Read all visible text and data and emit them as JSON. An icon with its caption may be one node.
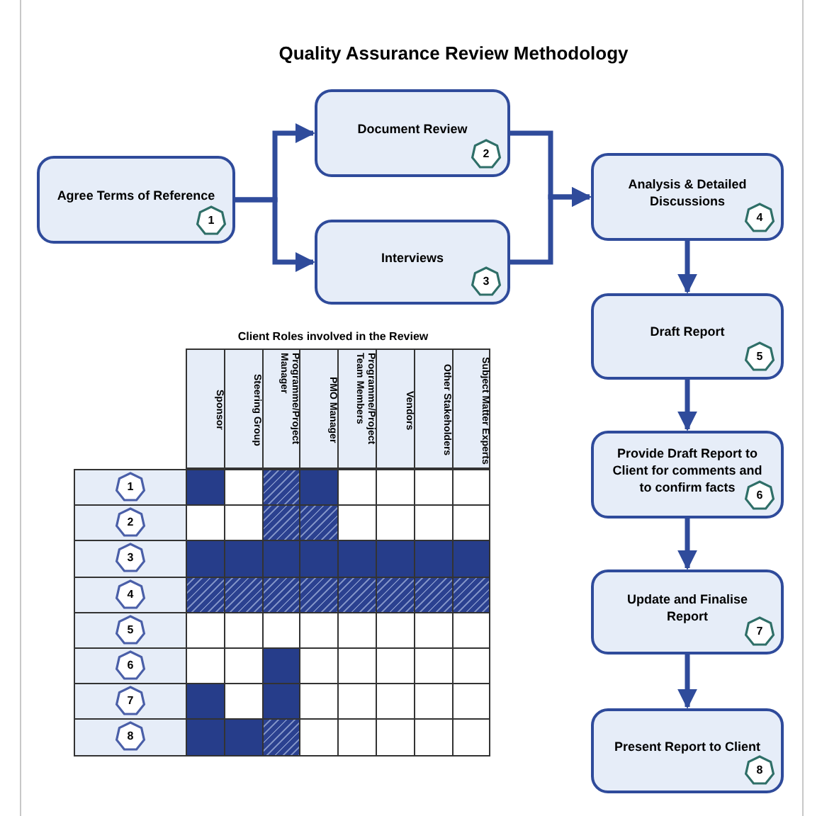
{
  "diagram": {
    "title": "Quality Assurance Review Methodology",
    "nodes": [
      {
        "text": [
          "Agree Terms of Reference",
          "1"
        ]
      },
      {
        "text": [
          "Document Review",
          "2"
        ]
      },
      {
        "text": [
          "Interviews",
          "3"
        ]
      },
      {
        "text": [
          "Analysis & Detailed Discussions",
          "4"
        ]
      },
      {
        "text": [
          "Draft Report",
          "5"
        ]
      },
      {
        "text": [
          "Provide Draft Report to Client for comments and to confirm facts",
          "6"
        ]
      },
      {
        "text": [
          "Update and Finalise Report",
          "7"
        ]
      },
      {
        "text": [
          "Present Report to Client",
          "8"
        ]
      }
    ],
    "edges": [
      {
        "from": 0,
        "to": 1,
        "arrow": "to"
      },
      {
        "from": 0,
        "to": 2,
        "arrow": "to"
      },
      {
        "from": 1,
        "to": 3,
        "arrow": "to"
      },
      {
        "from": 2,
        "to": 3,
        "arrow": "to"
      },
      {
        "from": 3,
        "to": 4,
        "arrow": "to"
      },
      {
        "from": 4,
        "to": 5,
        "arrow": "to"
      },
      {
        "from": 5,
        "to": 6,
        "arrow": "to"
      },
      {
        "from": 6,
        "to": 7,
        "arrow": "to"
      }
    ],
    "labels": [
      "Client Roles involved in the Review",
      "Sponsor",
      "Steering Group",
      "Programme/Project Manager",
      "PMO Manager",
      "Programme/Project Team Members",
      "Vendors",
      "Other Stakeholders",
      "Subject Matter Experts",
      "1",
      "2",
      "3",
      "4",
      "5",
      "6",
      "7",
      "8"
    ]
  }
}
